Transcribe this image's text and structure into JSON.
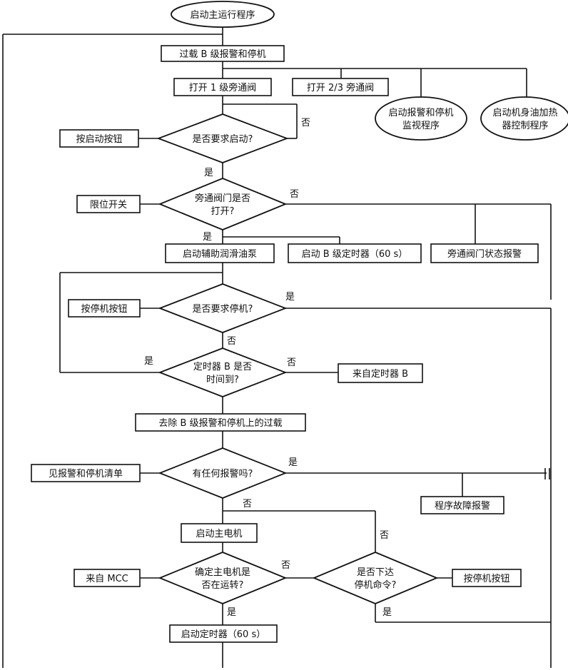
{
  "nodes": {
    "start": "启动主运行程序",
    "overload_alarm": "过载 B 级报警和停机",
    "open_bypass_1": "打开 1 级旁通阀",
    "open_bypass_23": "打开 2/3 旁通阀",
    "start_alarm_monitor_1": "启动报警和停机",
    "start_alarm_monitor_2": "监视程序",
    "heater_control_1": "启动机身油加热",
    "heater_control_2": "器控制程序",
    "press_start_button": "按启动按钮",
    "decision_start": "是否要求启动?",
    "limit_switch": "限位开关",
    "decision_bypass_1": "旁通阀门是否",
    "decision_bypass_2": "打开?",
    "start_aux_pump": "启动辅助润滑油泵",
    "start_timer_b": "启动 B 级定时器（60 s）",
    "bypass_status_alarm": "旁通阀门状态报警",
    "press_stop_button_1": "按停机按钮",
    "decision_stop": "是否要求停机?",
    "decision_timer_1": "定时器 B 是否",
    "decision_timer_2": "时间到?",
    "from_timer_b": "来自定时器 B",
    "remove_overload": "去除 B 级报警和停机上的过载",
    "alarm_list": "见报警和停机清单",
    "decision_alarm": "有任何报警吗?",
    "program_fault_alarm": "程序故障报警",
    "start_main_motor": "启动主电机",
    "from_mcc": "来自 MCC",
    "decision_running_1": "确定主电机是",
    "decision_running_2": "否在运转?",
    "decision_stopcmd_1": "是否下达",
    "decision_stopcmd_2": "停机命令?",
    "press_stop_button_2": "按停机按钮",
    "start_timer": "启动定时器（60 s）"
  },
  "edge_labels": {
    "yes": "是",
    "no": "否"
  }
}
